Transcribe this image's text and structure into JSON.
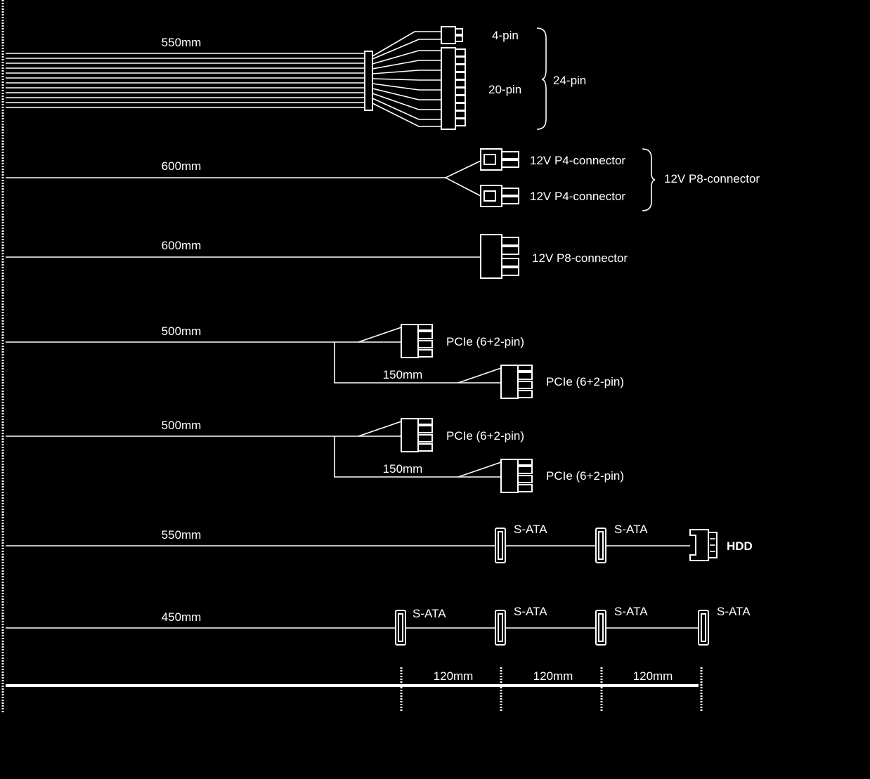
{
  "colors": {
    "background": "#000000",
    "foreground": "#ffffff"
  },
  "cables": {
    "atx": {
      "length": "550mm",
      "label_4pin": "4-pin",
      "label_20pin": "20-pin",
      "label_24pin": "24-pin"
    },
    "cpu_split": {
      "length": "600mm",
      "label_p4_top": "12V P4-connector",
      "label_p4_bottom": "12V P4-connector",
      "label_p8_group": "12V P8-connector"
    },
    "cpu_single": {
      "length": "600mm",
      "label": "12V P8-connector"
    },
    "pcie_1": {
      "length": "500mm",
      "branch_length": "150mm",
      "label_first": "PCIe (6+2-pin)",
      "label_second": "PCIe (6+2-pin)"
    },
    "pcie_2": {
      "length": "500mm",
      "branch_length": "150mm",
      "label_first": "PCIe (6+2-pin)",
      "label_second": "PCIe (6+2-pin)"
    },
    "sata_hdd": {
      "length": "550mm",
      "label_sata_1": "S-ATA",
      "label_sata_2": "S-ATA",
      "label_hdd": "HDD"
    },
    "sata_4": {
      "length": "450mm",
      "label_sata_1": "S-ATA",
      "label_sata_2": "S-ATA",
      "label_sata_3": "S-ATA",
      "label_sata_4": "S-ATA"
    }
  },
  "scale": {
    "segment_1": "120mm",
    "segment_2": "120mm",
    "segment_3": "120mm"
  }
}
